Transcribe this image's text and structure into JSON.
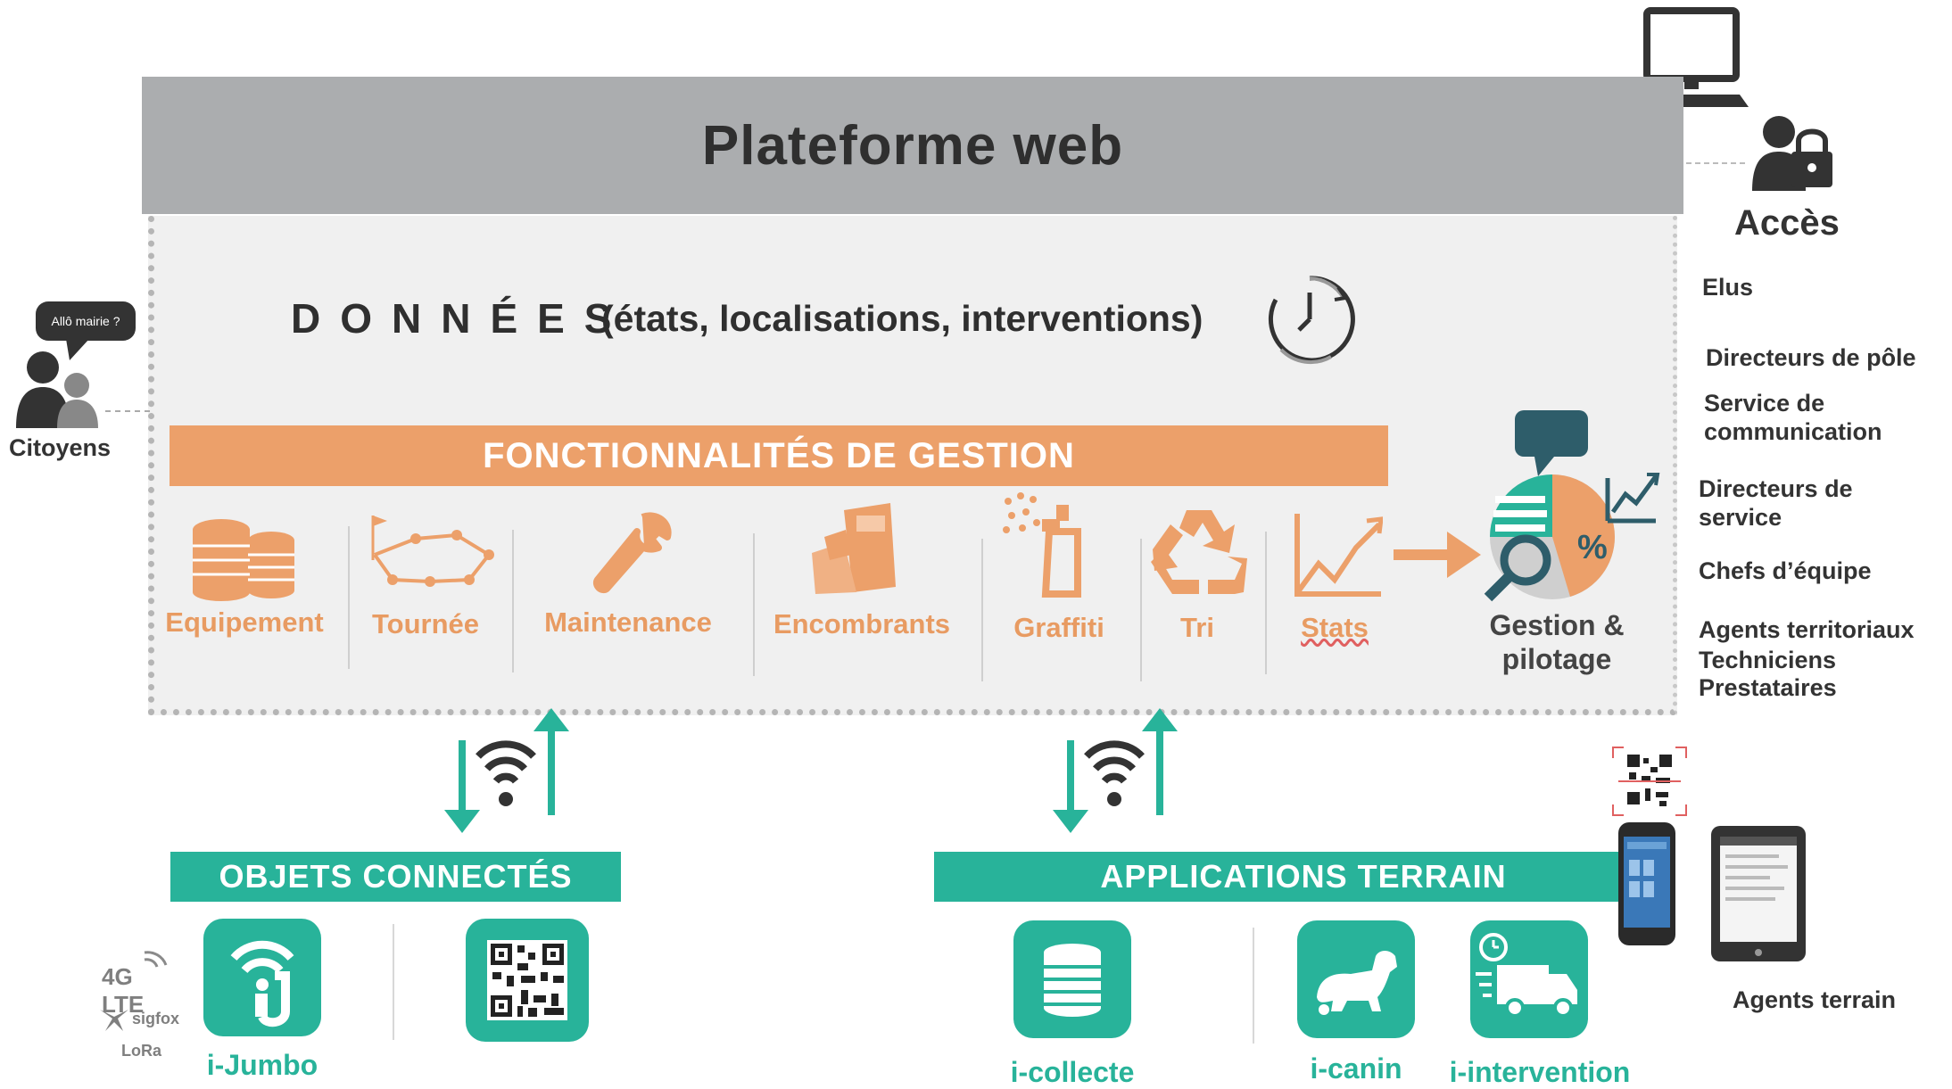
{
  "platform": {
    "title": "Plateforme web"
  },
  "donnees": {
    "word": "DONNÉES",
    "detail": "(états, localisations, interventions)"
  },
  "fonctionnalites": {
    "title": "FONCTIONNALITÉS DE GESTION",
    "items": [
      {
        "label": "Equipement",
        "icon": "coins-stack-icon"
      },
      {
        "label": "Tournée",
        "icon": "route-polygon-icon"
      },
      {
        "label": "Maintenance",
        "icon": "wrench-icon"
      },
      {
        "label": "Encombrants",
        "icon": "bulky-waste-icon"
      },
      {
        "label": "Graffiti",
        "icon": "spray-can-icon"
      },
      {
        "label": "Tri",
        "icon": "recycle-icon"
      },
      {
        "label": "Stats",
        "icon": "line-chart-icon"
      }
    ],
    "gestion_label_line1": "Gestion &",
    "gestion_label_line2": "pilotage"
  },
  "citoyens": {
    "label": "Citoyens",
    "bubble": "Allô mairie ?"
  },
  "acces": {
    "title": "Accès",
    "items": [
      "Elus",
      "Directeurs de pôle",
      "Service de communication",
      "Directeurs de service",
      "Chefs d’équipe",
      "Agents territoriaux",
      "Techniciens",
      "Prestataires"
    ]
  },
  "objets": {
    "title": "OBJETS CONNECTÉS",
    "app_label": "i-Jumbo",
    "networks": [
      "4G LTE",
      "sigfox",
      "LoRa"
    ]
  },
  "applications": {
    "title": "APPLICATIONS TERRAIN",
    "apps": [
      "i-collecte",
      "i-canin",
      "i-intervention"
    ],
    "agents_label": "Agents terrain"
  },
  "colors": {
    "orange": "#eca06a",
    "teal": "#28b39a",
    "header_gray": "#abadaf",
    "panel_gray": "#f0f0f0"
  }
}
